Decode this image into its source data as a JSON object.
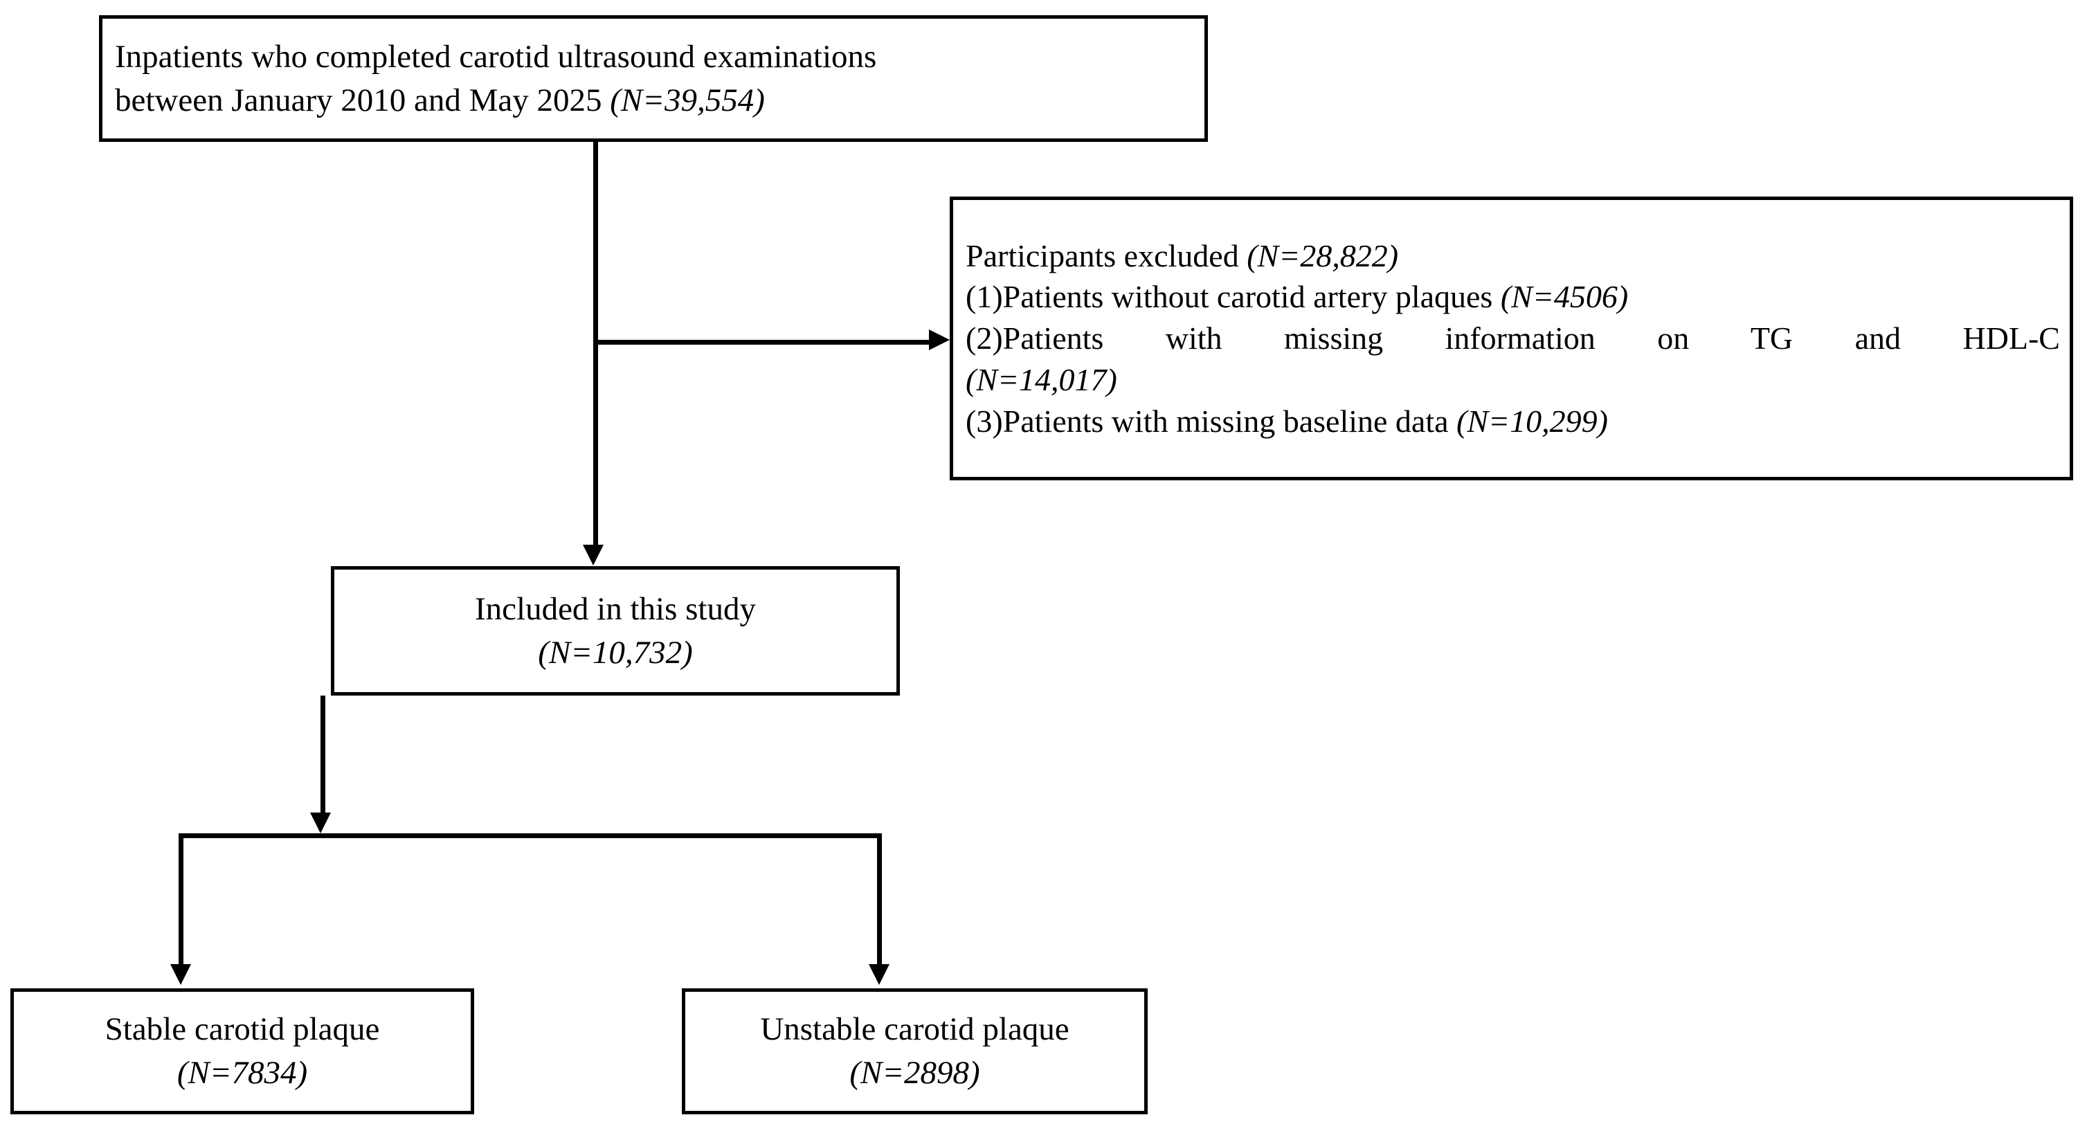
{
  "diagram": {
    "title": "Study participant flow diagram",
    "type": "flowchart",
    "colors": {
      "line": "#000000",
      "box_border": "#000000",
      "background": "#ffffff",
      "text": "#000000"
    }
  },
  "nodes": {
    "enrolled": {
      "line1": "Inpatients who completed carotid ultrasound examinations",
      "line2_text": "between January 2010 and May 2025 ",
      "line2_count": "(N=39,554)"
    },
    "excluded": {
      "line1_text": "Participants excluded ",
      "line1_count": "(N=28,822)",
      "line2_text": "(1)Patients without carotid artery plaques ",
      "line2_count": "(N=4506)",
      "line3_text": "(2)Patients with missing information on TG and HDL-C",
      "line4_count": "(N=14,017)",
      "line5_text": "(3)Patients with missing baseline data ",
      "line5_count": "(N=10,299)"
    },
    "included": {
      "line1": "Included in this study",
      "line2_count": "(N=10,732)"
    },
    "stable": {
      "line1": "Stable carotid plaque",
      "line2_count": "(N=7834)"
    },
    "unstable": {
      "line1": "Unstable carotid plaque",
      "line2_count": "(N=2898)"
    }
  },
  "connectors": [
    {
      "name": "enrolled-to-included",
      "from": "enrolled",
      "to": "included",
      "style": "vertical-arrow"
    },
    {
      "name": "enrolled-to-excluded",
      "from": "enrolled",
      "to": "excluded",
      "style": "horizontal-arrow"
    },
    {
      "name": "included-to-split",
      "from": "included",
      "to": "split-bar",
      "style": "vertical-arrow"
    },
    {
      "name": "split-to-stable",
      "from": "split-bar",
      "to": "stable",
      "style": "vertical-arrow"
    },
    {
      "name": "split-to-unstable",
      "from": "split-bar",
      "to": "unstable",
      "style": "vertical-arrow"
    }
  ]
}
